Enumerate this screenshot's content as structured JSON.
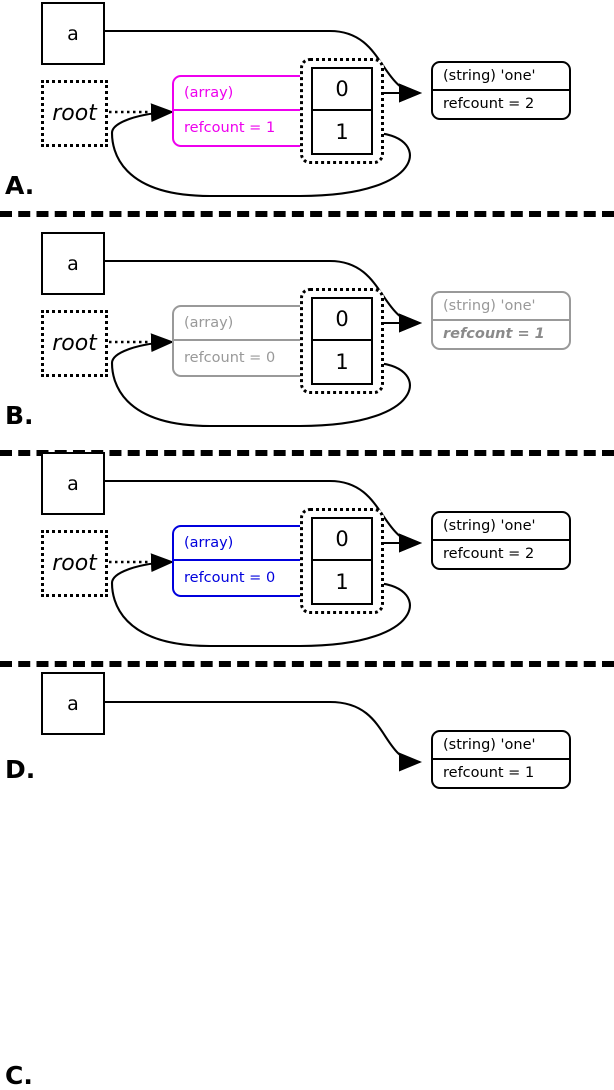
{
  "figure": {
    "title": "PHP reference-counting / garbage-collection states",
    "panels": [
      {
        "id": "A",
        "label": "A.",
        "variable": {
          "name": "a"
        },
        "root": {
          "name": "root"
        },
        "array": {
          "type_label": "(array)",
          "refcount_label": "refcount = 1",
          "color": "#ee00ee",
          "style": "magenta"
        },
        "cells": [
          {
            "index": "0"
          },
          {
            "index": "1"
          }
        ],
        "string": {
          "type_label": "(string) 'one'",
          "refcount_label": "refcount = 2",
          "color": "#000000",
          "style": "black"
        },
        "has_self_loop": true
      },
      {
        "id": "B",
        "label": "B.",
        "variable": {
          "name": "a"
        },
        "root": {
          "name": "root"
        },
        "array": {
          "type_label": "(array)",
          "refcount_label": "refcount = 0",
          "color": "#999999",
          "style": "gray"
        },
        "cells": [
          {
            "index": "0"
          },
          {
            "index": "1"
          }
        ],
        "string": {
          "type_label": "(string) 'one'",
          "refcount_label": "refcount = 1",
          "color": "#999999",
          "style": "gray",
          "refcount_emphasized": true
        },
        "has_self_loop": true
      },
      {
        "id": "C",
        "label": "C.",
        "variable": {
          "name": "a"
        },
        "root": {
          "name": "root"
        },
        "array": {
          "type_label": "(array)",
          "refcount_label": "refcount = 0",
          "color": "#0000dd",
          "style": "blue"
        },
        "cells": [
          {
            "index": "0"
          },
          {
            "index": "1"
          }
        ],
        "string": {
          "type_label": "(string) 'one'",
          "refcount_label": "refcount = 2",
          "color": "#000000",
          "style": "black"
        },
        "has_self_loop": true
      },
      {
        "id": "D",
        "label": "D.",
        "variable": {
          "name": "a"
        },
        "root": null,
        "array": null,
        "cells": [],
        "string": {
          "type_label": "(string) 'one'",
          "refcount_label": "refcount = 1",
          "color": "#000000",
          "style": "black"
        },
        "has_self_loop": false
      }
    ],
    "separator_count": 3,
    "colors": {
      "background": "#ffffff",
      "stroke": "#000000",
      "magenta": "#ee00ee",
      "blue": "#0000dd",
      "gray": "#999999"
    }
  }
}
